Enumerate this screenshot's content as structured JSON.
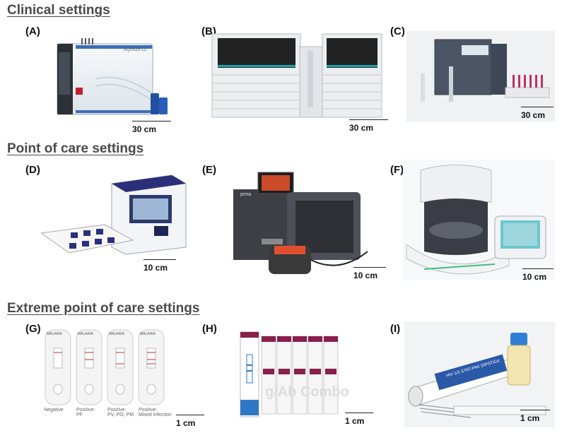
{
  "sections": [
    {
      "title": "Clinical settings"
    },
    {
      "title": "Point of care settings"
    },
    {
      "title": "Extreme point of care settings"
    }
  ],
  "panels": [
    {
      "label": "(A)",
      "scale": "30 cm",
      "device_text": "AQUIOS CL"
    },
    {
      "label": "(B)",
      "scale": "30 cm"
    },
    {
      "label": "(C)",
      "scale": "30 cm"
    },
    {
      "label": "(D)",
      "scale": "10 cm"
    },
    {
      "label": "(E)",
      "scale": "10 cm",
      "device_text": "pima"
    },
    {
      "label": "(F)",
      "scale": "10 cm"
    },
    {
      "label": "(G)",
      "scale": "1 cm",
      "cassette_brand": "MALARIA",
      "captions": [
        "Negative",
        "Positive:\nPF",
        "Positive:\nPV, PO, PM",
        "Positive:\nMixed infection"
      ]
    },
    {
      "label": "(H)",
      "scale": "1 cm",
      "product_text": "g/Ab Combo"
    },
    {
      "label": "(I)",
      "scale": "1 cm",
      "product_text": "HIV 1/2 STAT-PAK DIPSTICK"
    }
  ]
}
